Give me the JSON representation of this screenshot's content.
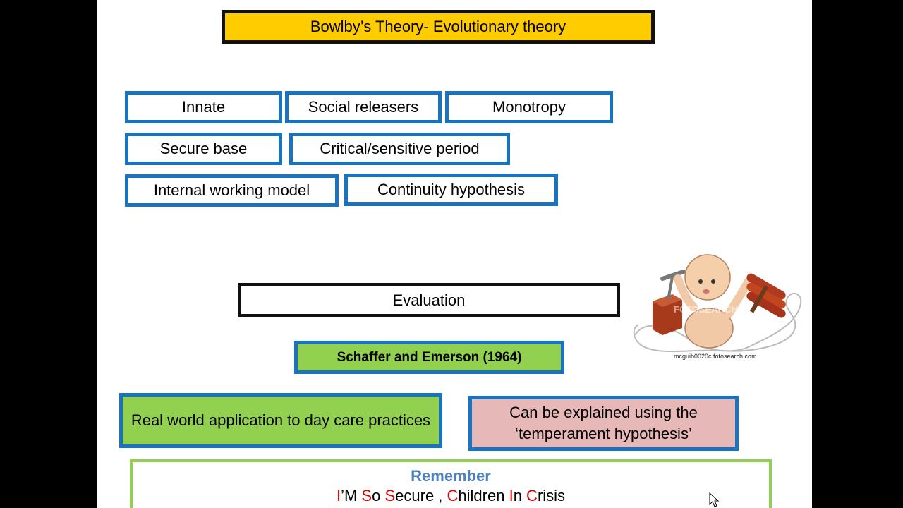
{
  "title": "Bowlby’s Theory- Evolutionary theory",
  "key_terms": [
    "Innate",
    "Social releasers",
    "Monotropy",
    "Secure base",
    "Critical/sensitive period",
    "Internal working model",
    "Continuity hypothesis"
  ],
  "evaluation": {
    "heading": "Evaluation",
    "study": "Schaffer and Emerson (1964)",
    "strength": "Real world application to day care practices",
    "weakness": "Can be explained using the ‘temperament hypothesis’"
  },
  "remember": {
    "heading": "Remember",
    "mnemonic_parts": [
      {
        "text": "I",
        "highlight": true
      },
      {
        "text": "’M ",
        "highlight": false
      },
      {
        "text": "S",
        "highlight": true
      },
      {
        "text": "o ",
        "highlight": false
      },
      {
        "text": "S",
        "highlight": true
      },
      {
        "text": "ecure , ",
        "highlight": false
      },
      {
        "text": "C",
        "highlight": true
      },
      {
        "text": "hildren ",
        "highlight": false
      },
      {
        "text": "I",
        "highlight": true
      },
      {
        "text": "n ",
        "highlight": false
      },
      {
        "text": "C",
        "highlight": true
      },
      {
        "text": "risis",
        "highlight": false
      }
    ]
  },
  "clipart": {
    "subject": "baby with detonator and dynamite",
    "watermark": "FOTOSEARCH",
    "caption": "mcguib0020c fotosearch.com"
  },
  "colors": {
    "title_fill": "#ffcc00",
    "term_border": "#1a73c0",
    "green_fill": "#92d050",
    "pink_fill": "#e6b9b8",
    "remember_heading": "#4f81bd",
    "mnemonic_highlight": "#e00000"
  }
}
